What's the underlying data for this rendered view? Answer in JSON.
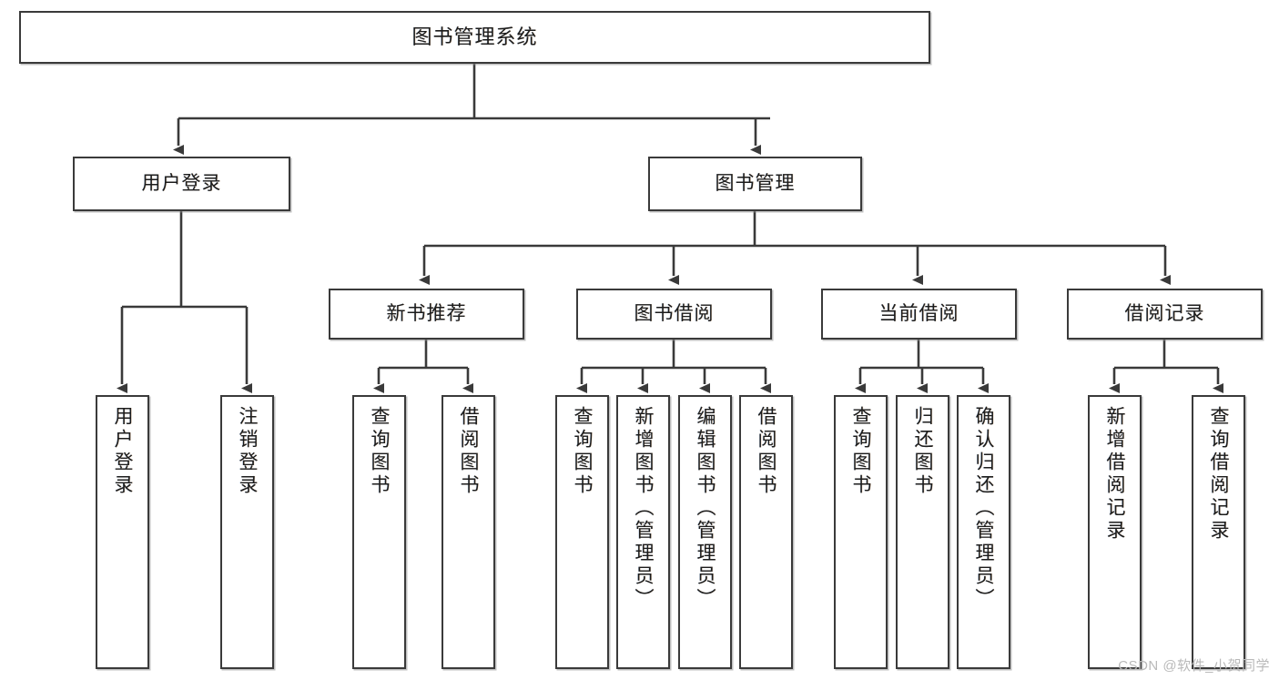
{
  "diagram": {
    "title": "图书管理系统",
    "type": "tree-hierarchy",
    "root": {
      "label": "图书管理系统"
    },
    "level2": [
      {
        "id": "user-login",
        "label": "用户登录"
      },
      {
        "id": "book-manage",
        "label": "图书管理"
      }
    ],
    "level3": [
      {
        "id": "new-book-recommend",
        "label": "新书推荐",
        "parent": "book-manage"
      },
      {
        "id": "book-borrow",
        "label": "图书借阅",
        "parent": "book-manage"
      },
      {
        "id": "current-borrow",
        "label": "当前借阅",
        "parent": "book-manage"
      },
      {
        "id": "borrow-record",
        "label": "借阅记录",
        "parent": "book-manage"
      }
    ],
    "leaves": {
      "user_login": [
        {
          "id": "leaf-user-login",
          "label": "用户登录"
        },
        {
          "id": "leaf-user-logout",
          "label": "注销登录"
        }
      ],
      "new_book_recommend": [
        {
          "id": "leaf-query-book-1",
          "label": "查询图书"
        },
        {
          "id": "leaf-borrow-book-1",
          "label": "借阅图书"
        }
      ],
      "book_borrow": [
        {
          "id": "leaf-query-book-2",
          "label": "查询图书"
        },
        {
          "id": "leaf-add-book",
          "label": "新增图书（管理员）"
        },
        {
          "id": "leaf-edit-book",
          "label": "编辑图书（管理员）"
        },
        {
          "id": "leaf-borrow-book-2",
          "label": "借阅图书"
        }
      ],
      "current_borrow": [
        {
          "id": "leaf-query-book-3",
          "label": "查询图书"
        },
        {
          "id": "leaf-return-book",
          "label": "归还图书"
        },
        {
          "id": "leaf-confirm-return",
          "label": "确认归还（管理员）"
        }
      ],
      "borrow_record": [
        {
          "id": "leaf-add-record",
          "label": "新增借阅记录"
        },
        {
          "id": "leaf-query-record",
          "label": "查询借阅记录"
        }
      ]
    }
  },
  "watermark": {
    "text": "CSDN @软件_小贺同学"
  },
  "colors": {
    "border": "#3a3a3a",
    "background": "#ffffff",
    "text": "#1c1c1c",
    "watermark": "#b9b9b9"
  }
}
